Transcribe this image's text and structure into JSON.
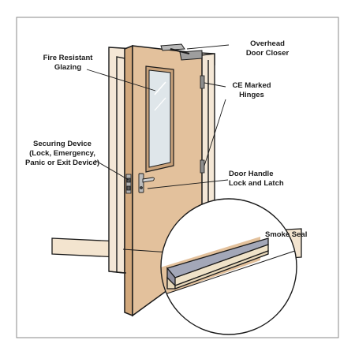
{
  "labels": {
    "overhead_closer": [
      "Overhead",
      "Door Closer"
    ],
    "glazing": [
      "Fire Resistant",
      "Glazing"
    ],
    "hinges": [
      "CE Marked",
      "Hinges"
    ],
    "securing_device": [
      "Securing Device",
      "(Lock, Emergency,",
      "Panic or Exit Device)"
    ],
    "handle": [
      "Door Handle",
      "Lock and Latch"
    ],
    "smoke_seal": [
      "Smoke Seal"
    ]
  },
  "colors": {
    "door": "#e3c19c",
    "door_edge": "#d2a87c",
    "frame": "#f4e7d6",
    "skirting": "#f3e4cf",
    "glass": "#dfe6ea",
    "seal_grey": "#a3a7b8",
    "seal_beige": "#efe2c8",
    "closer": "#b8b8b8",
    "hardware": "#8d8d8d",
    "outline": "#1a1a1a",
    "border": "#8a8a8a"
  }
}
